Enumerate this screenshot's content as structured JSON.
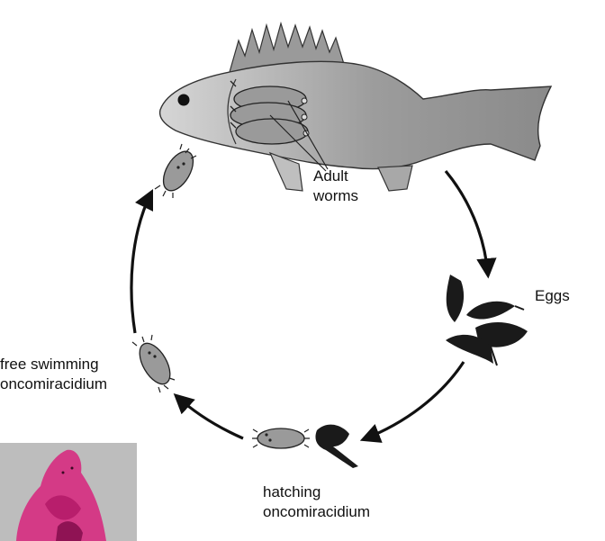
{
  "labels": {
    "adult_worms": [
      "Adult",
      "worms"
    ],
    "eggs": "Eggs",
    "free_swimming": [
      "free swimming",
      "oncomiracidium"
    ],
    "hatching": [
      "hatching",
      "oncomiracidium"
    ]
  },
  "colors": {
    "fish_dark": "#8a8a8a",
    "fish_light": "#d6d6d6",
    "worm_fill": "#9a9a9a",
    "egg_fill": "#1a1a1a",
    "arrow": "#111111",
    "photo_tissue": "#d43a86",
    "photo_bg": "#bdbdbd"
  }
}
